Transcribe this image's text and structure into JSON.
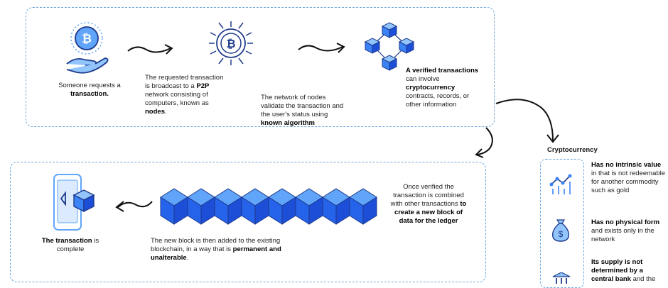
{
  "steps": {
    "s1": {
      "pre": "Someone requests a ",
      "bold": "transaction."
    },
    "s2": {
      "pre": "The requested transaction is broadcast to a ",
      "bold1": "P2P",
      "mid": " network consisting of computers, known as ",
      "bold2": "nodes",
      "post": "."
    },
    "s3": {
      "pre": "The network of nodes validate the transaction and the user's status using ",
      "bold": "known algorithm"
    },
    "s4": {
      "bold1": "A verified transactions",
      "mid": " can involve ",
      "bold2": "cryptocurrency",
      "post": " contracts, records, or other information"
    },
    "s5": {
      "pre": "Once verified the transaction is combined with other transactions ",
      "bold": "to create a new block of data for the ledger"
    },
    "s6": {
      "pre": "The new block is then added to the existing blockchain, in a way that is ",
      "bold": "permanent and unalterable",
      "post": "."
    },
    "s7": {
      "bold": "The transaction",
      "post": " is complete"
    }
  },
  "side": {
    "title": "Cryptocurrency",
    "items": [
      {
        "bold": "Has no intrinsic value",
        "rest": " in that is not redeemable for another commodity such as gold"
      },
      {
        "bold": "Has no physical form",
        "rest": " and exists only in the network"
      },
      {
        "bold": "Its supply is not determined by a central bank",
        "rest": " and the"
      }
    ]
  },
  "colors": {
    "accent": "#3b82f6",
    "dark": "#1e3a8a",
    "dash": "#6fa8dc"
  }
}
